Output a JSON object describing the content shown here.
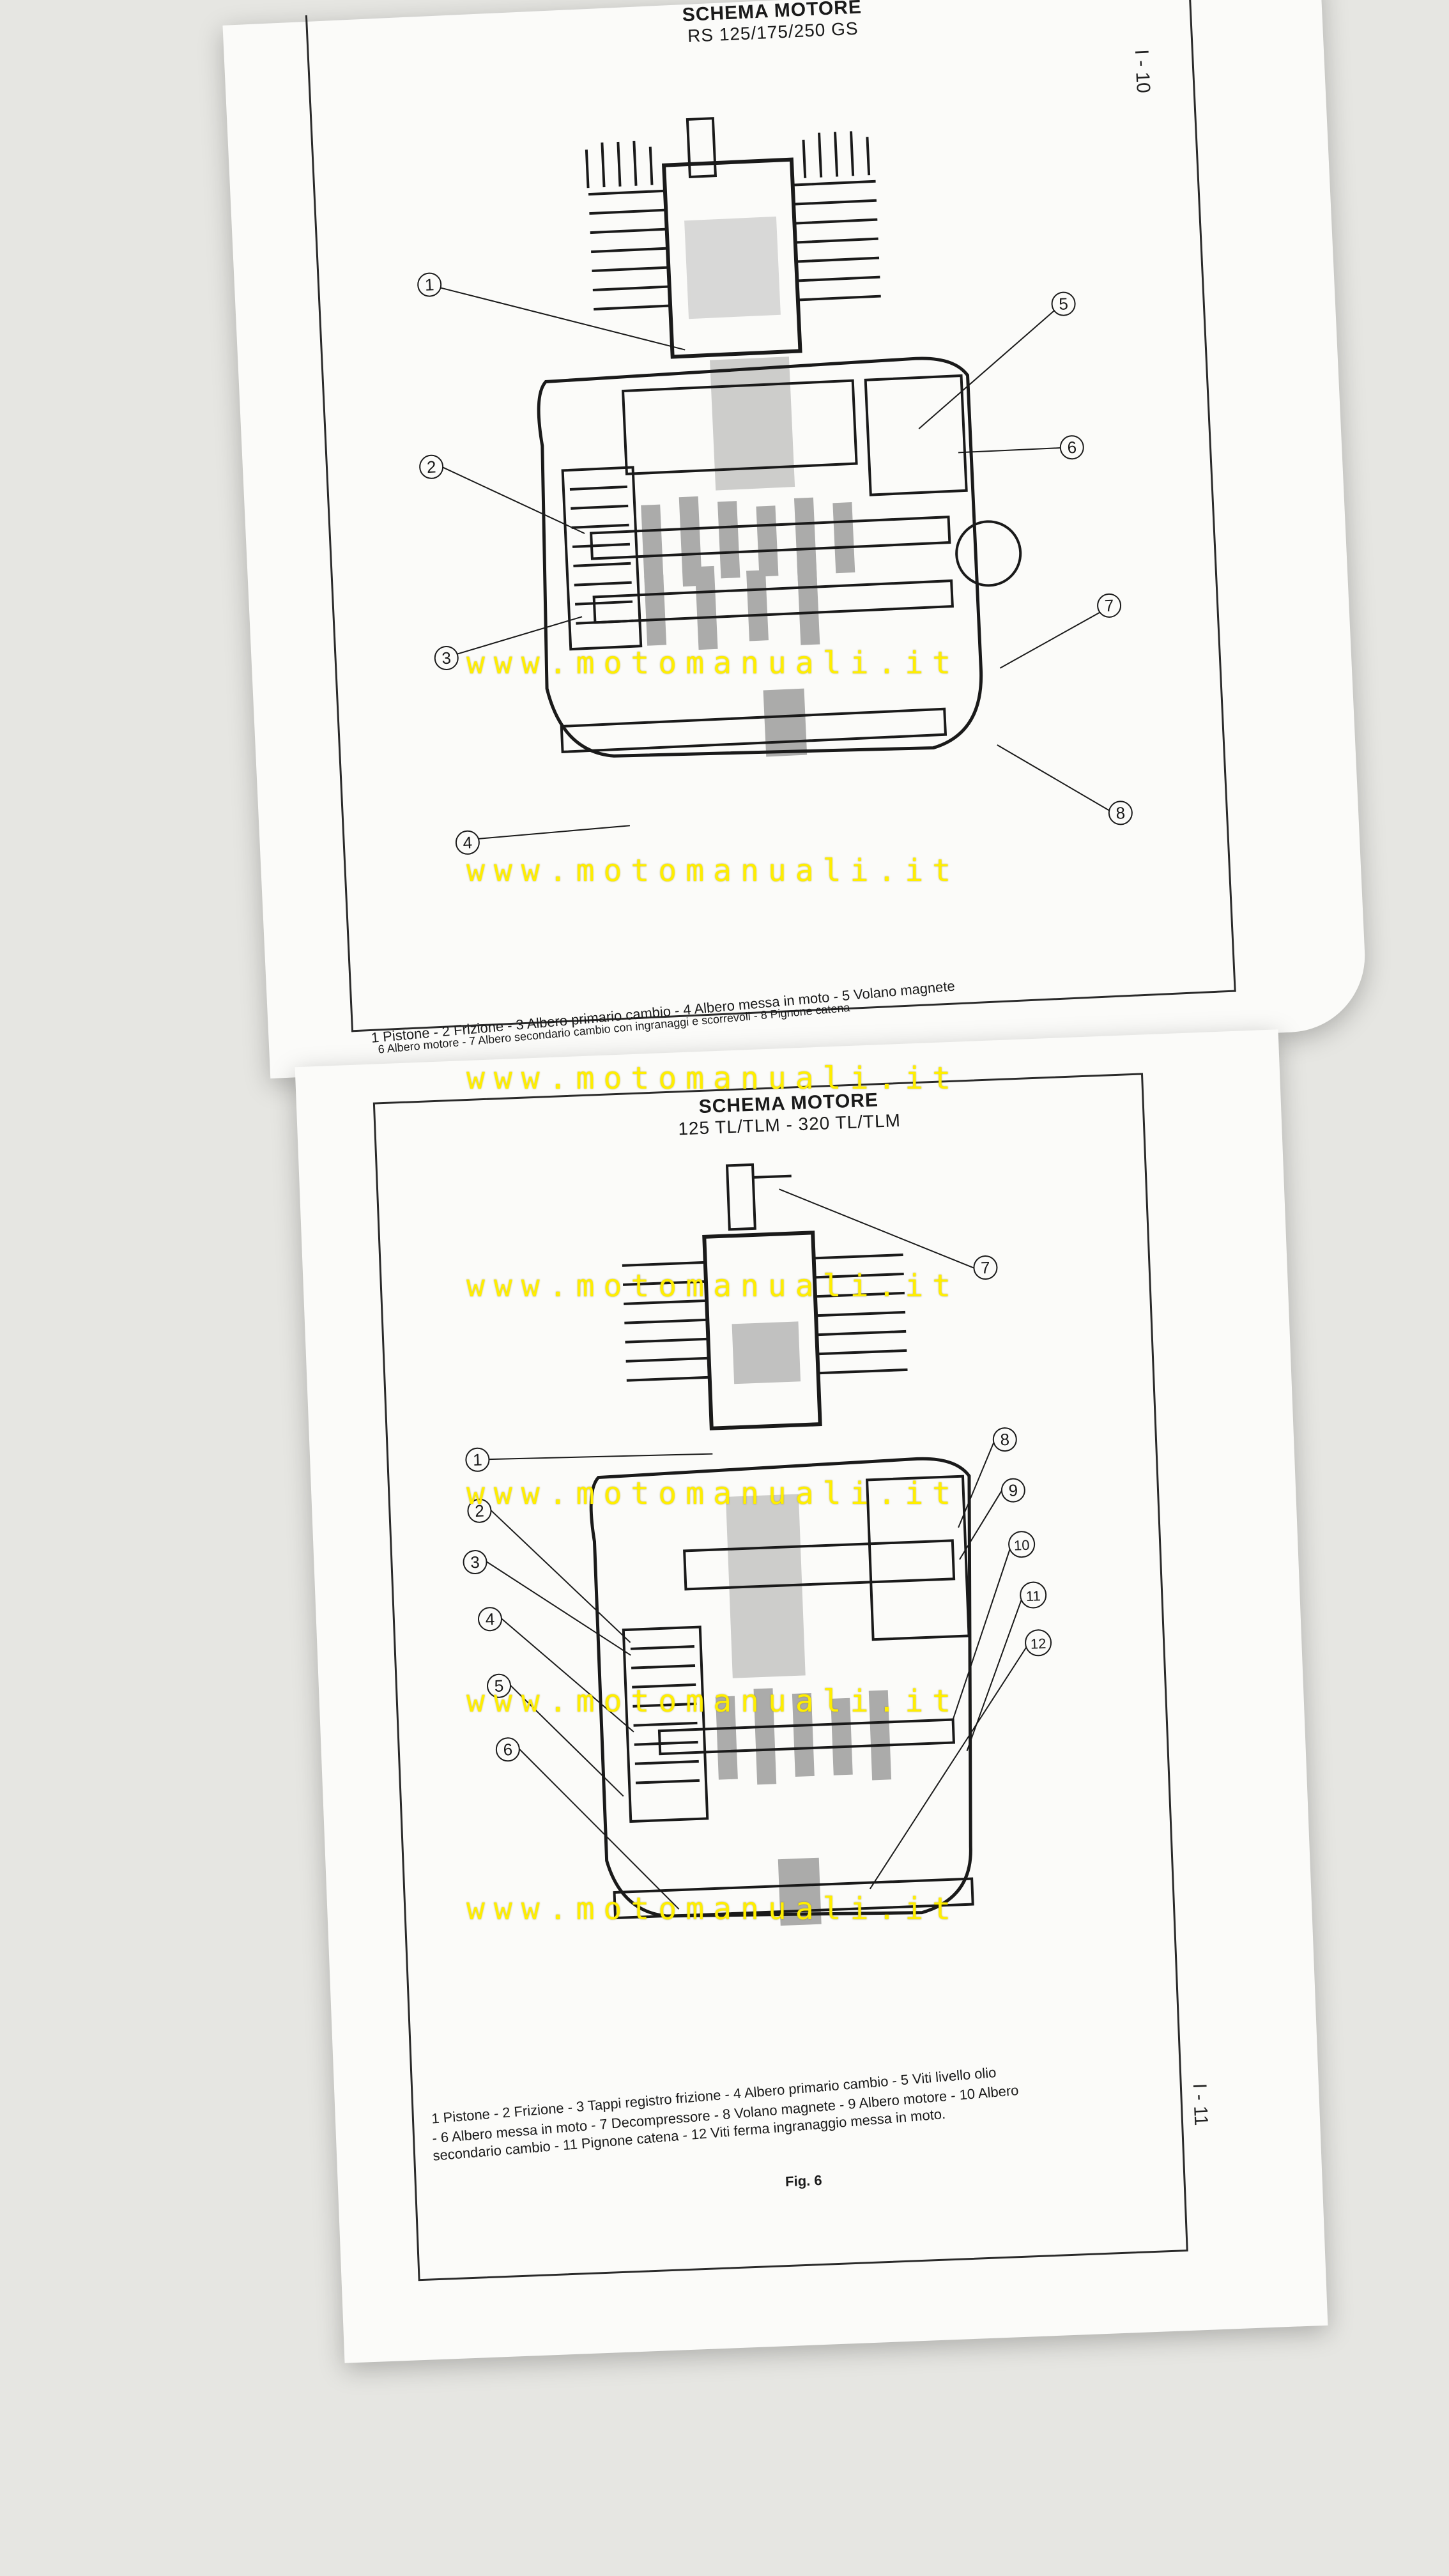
{
  "top_page": {
    "title": "SCHEMA MOTORE",
    "subtitle": "RS 125/175/250 GS",
    "page_number": "I - 10",
    "callouts": [
      "1",
      "2",
      "3",
      "4",
      "5",
      "6",
      "7",
      "8"
    ],
    "caption_line1": "1 Pistone - 2 Frizione - 3 Albero primario cambio - 4 Albero messa in moto - 5 Volano magnete",
    "caption_line2": "6 Albero motore - 7 Albero secondario cambio con ingranaggi e scorrevoli - 8 Pignone catena"
  },
  "bottom_page": {
    "title": "SCHEMA MOTORE",
    "subtitle": "125 TL/TLM - 320 TL/TLM",
    "page_number": "I - 11",
    "callouts": [
      "1",
      "2",
      "3",
      "4",
      "5",
      "6",
      "7",
      "8",
      "9",
      "10",
      "11",
      "12"
    ],
    "caption_line1": "1 Pistone - 2 Frizione - 3 Tappi registro frizione - 4 Albero primario cambio - 5 Viti livello olio",
    "caption_line2": "- 6 Albero messa in moto - 7 Decompressore - 8 Volano magnete - 9 Albero motore - 10 Albero",
    "caption_line3": "secondario cambio - 11 Pignone catena - 12 Viti ferma ingranaggio messa in moto.",
    "figure_label": "Fig. 6"
  },
  "watermark_text": "www.motomanuali.it",
  "colors": {
    "watermark": "#ffee00",
    "paper": "#fbfbf9",
    "ink": "#1a1a1a"
  }
}
